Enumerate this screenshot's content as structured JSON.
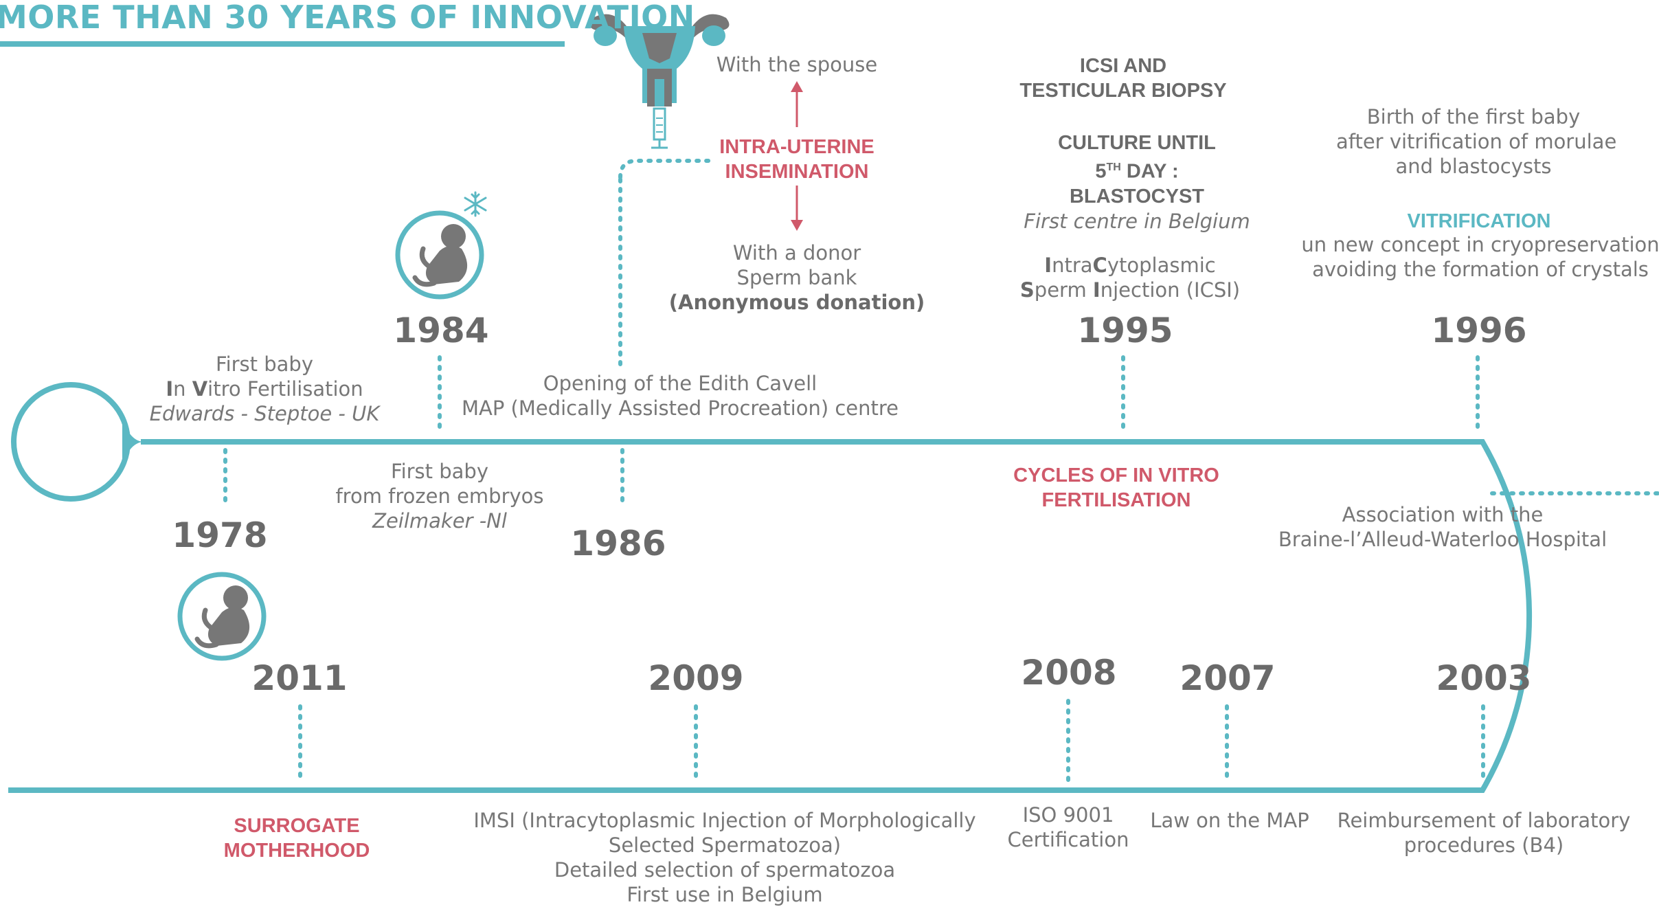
{
  "title": "MORE THAN 30 YEARS OF INNOVATION",
  "colors": {
    "teal": "#5bb8c3",
    "red": "#d0596a",
    "grey": "#777777",
    "dark": "#6a6a6a"
  },
  "icons": [
    "uterus-syringe-icon",
    "baby-icon",
    "snowflake-icon",
    "arrow-up-icon",
    "arrow-down-icon"
  ],
  "events": {
    "y1978": {
      "year": "1978",
      "lines": [
        "First baby",
        "In Vitro Fertilisation",
        "Edwards - Steptoe - UK"
      ]
    },
    "y1984": {
      "year": "1984",
      "lines": [
        "First baby",
        "from frozen embryos",
        "Zeilmaker -Nl"
      ]
    },
    "y1986": {
      "year": "1986",
      "lines": [
        "Opening of the Edith Cavell",
        "MAP (Medically Assisted Procreation) centre"
      ]
    },
    "iui": {
      "top": "With the spouse",
      "label_1": "INTRA-UTERINE",
      "label_2": "INSEMINATION",
      "bottom": [
        "With a donor",
        "Sperm bank",
        "(Anonymous donation)"
      ]
    },
    "y1995": {
      "year": "1995",
      "heading_1": "ICSI AND",
      "heading_2": "TESTICULAR BIOPSY",
      "culture_1": "CULTURE UNTIL",
      "culture_2a": "5",
      "culture_2sup": "TH",
      "culture_2b": " DAY :",
      "culture_3": "BLASTOCYST",
      "culture_4": "First centre in Belgium",
      "icsi_1": "IntraCytoplasmic",
      "icsi_2": "Sperm Injection (ICSI)"
    },
    "cycles": [
      "CYCLES OF IN VITRO",
      "FERTILISATION"
    ],
    "y1996": {
      "year": "1996",
      "lines": [
        "Birth of the first baby",
        "after vitrification of morulae",
        "and blastocysts"
      ],
      "vit_title": "VITRIFICATION",
      "vit_lines": [
        "un new concept in cryopreservation",
        "avoiding the formation of crystals"
      ]
    },
    "assoc": [
      "Association with the",
      "Braine-l’Alleud-Waterloo Hospital"
    ],
    "y2003": {
      "year": "2003",
      "lines": [
        "Reimbursement of laboratory",
        "procedures (B4)"
      ]
    },
    "y2007": {
      "year": "2007",
      "lines": [
        "Law on the MAP"
      ]
    },
    "y2008": {
      "year": "2008",
      "lines": [
        "ISO 9001",
        "Certification"
      ]
    },
    "y2009": {
      "year": "2009",
      "lines": [
        "IMSI (Intracytoplasmic Injection of Morphologically",
        "Selected Spermatozoa)",
        "Detailed selection of spermatozoa",
        "First use in Belgium"
      ]
    },
    "y2011": {
      "year": "2011",
      "lines": [
        "SURROGATE",
        "MOTHERHOOD"
      ]
    }
  }
}
